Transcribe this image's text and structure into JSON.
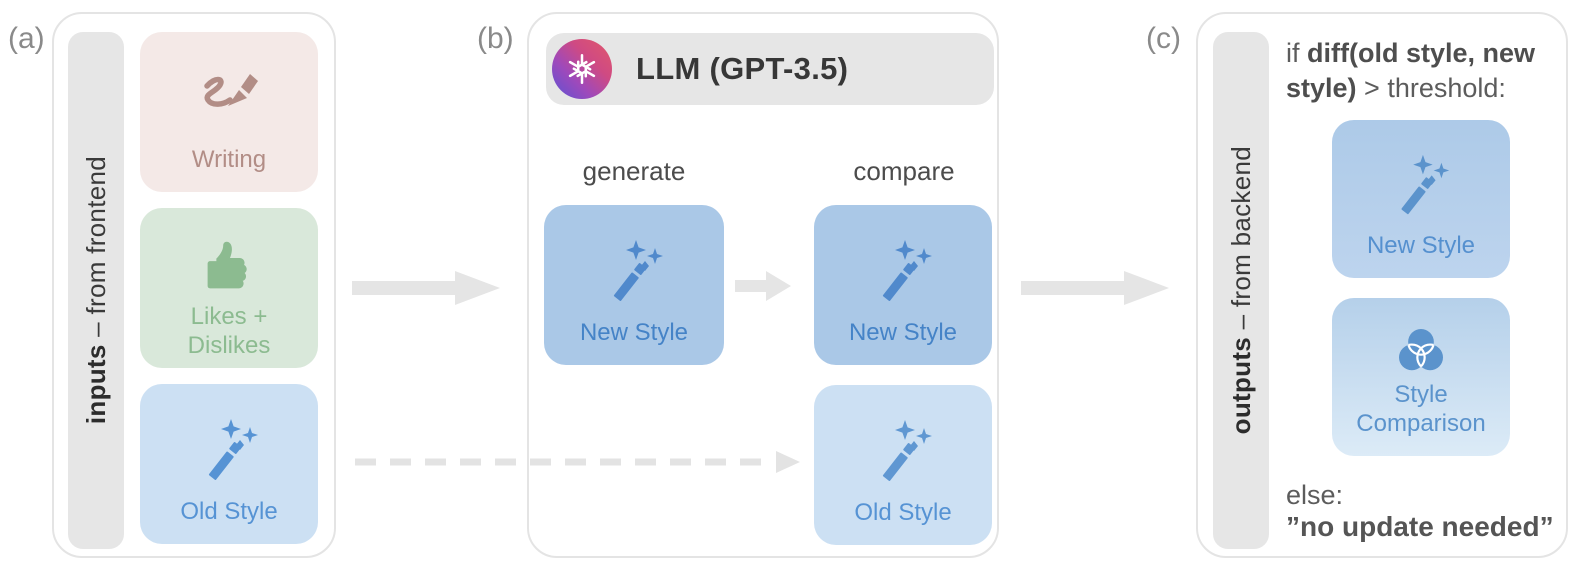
{
  "labels": {
    "a": "(a)",
    "b": "(b)",
    "c": "(c)"
  },
  "panel_a": {
    "sidebar": {
      "bold": "inputs",
      "rest": " – from frontend"
    },
    "cards": [
      {
        "label": "Writing",
        "icon": "pen-writing-icon"
      },
      {
        "label": "Likes + Dislikes",
        "icon": "thumbs-up-icon"
      },
      {
        "label": "Old Style",
        "icon": "magic-wand-icon"
      }
    ]
  },
  "panel_b": {
    "header": {
      "title": "LLM (GPT-3.5)",
      "logo": "openai-logo"
    },
    "column_labels": {
      "generate": "generate",
      "compare": "compare"
    },
    "cards": {
      "generate_new": {
        "label": "New Style",
        "icon": "magic-wand-icon"
      },
      "compare_new": {
        "label": "New Style",
        "icon": "magic-wand-icon"
      },
      "compare_old": {
        "label": "Old Style",
        "icon": "magic-wand-icon"
      }
    }
  },
  "panel_c": {
    "sidebar": {
      "bold": "outputs",
      "rest": " – from backend"
    },
    "condition": {
      "if_word": "if ",
      "bold_part1": "diff(old style, new",
      "bold_part2": "style)",
      "rest": " > threshold:"
    },
    "cards": {
      "new_style": {
        "label": "New Style",
        "icon": "magic-wand-icon"
      },
      "comparison": {
        "label": "Style Comparison",
        "icon": "venn-circles-icon"
      }
    },
    "else_label": "else:",
    "else_result": "”no update needed”"
  },
  "colors": {
    "writing_accent": "#b28d86",
    "writing_bg": "#f4e9e7",
    "likes_accent": "#8cbb90",
    "likes_bg": "#d9e8da",
    "blue_accent": "#4e8cca",
    "old_style_bg": "#cce0f3",
    "new_style_bg": "#aac8e7",
    "comparison_bg_top": "#b5d0ea",
    "comparison_bg_bottom": "#dcebf7",
    "gray_bar": "#e6e6e6",
    "arrow_gray": "#e5e5e5",
    "panel_border": "#e4e4e4",
    "openai_gradient_start": "#e2596a",
    "openai_gradient_end": "#5b52d4"
  }
}
